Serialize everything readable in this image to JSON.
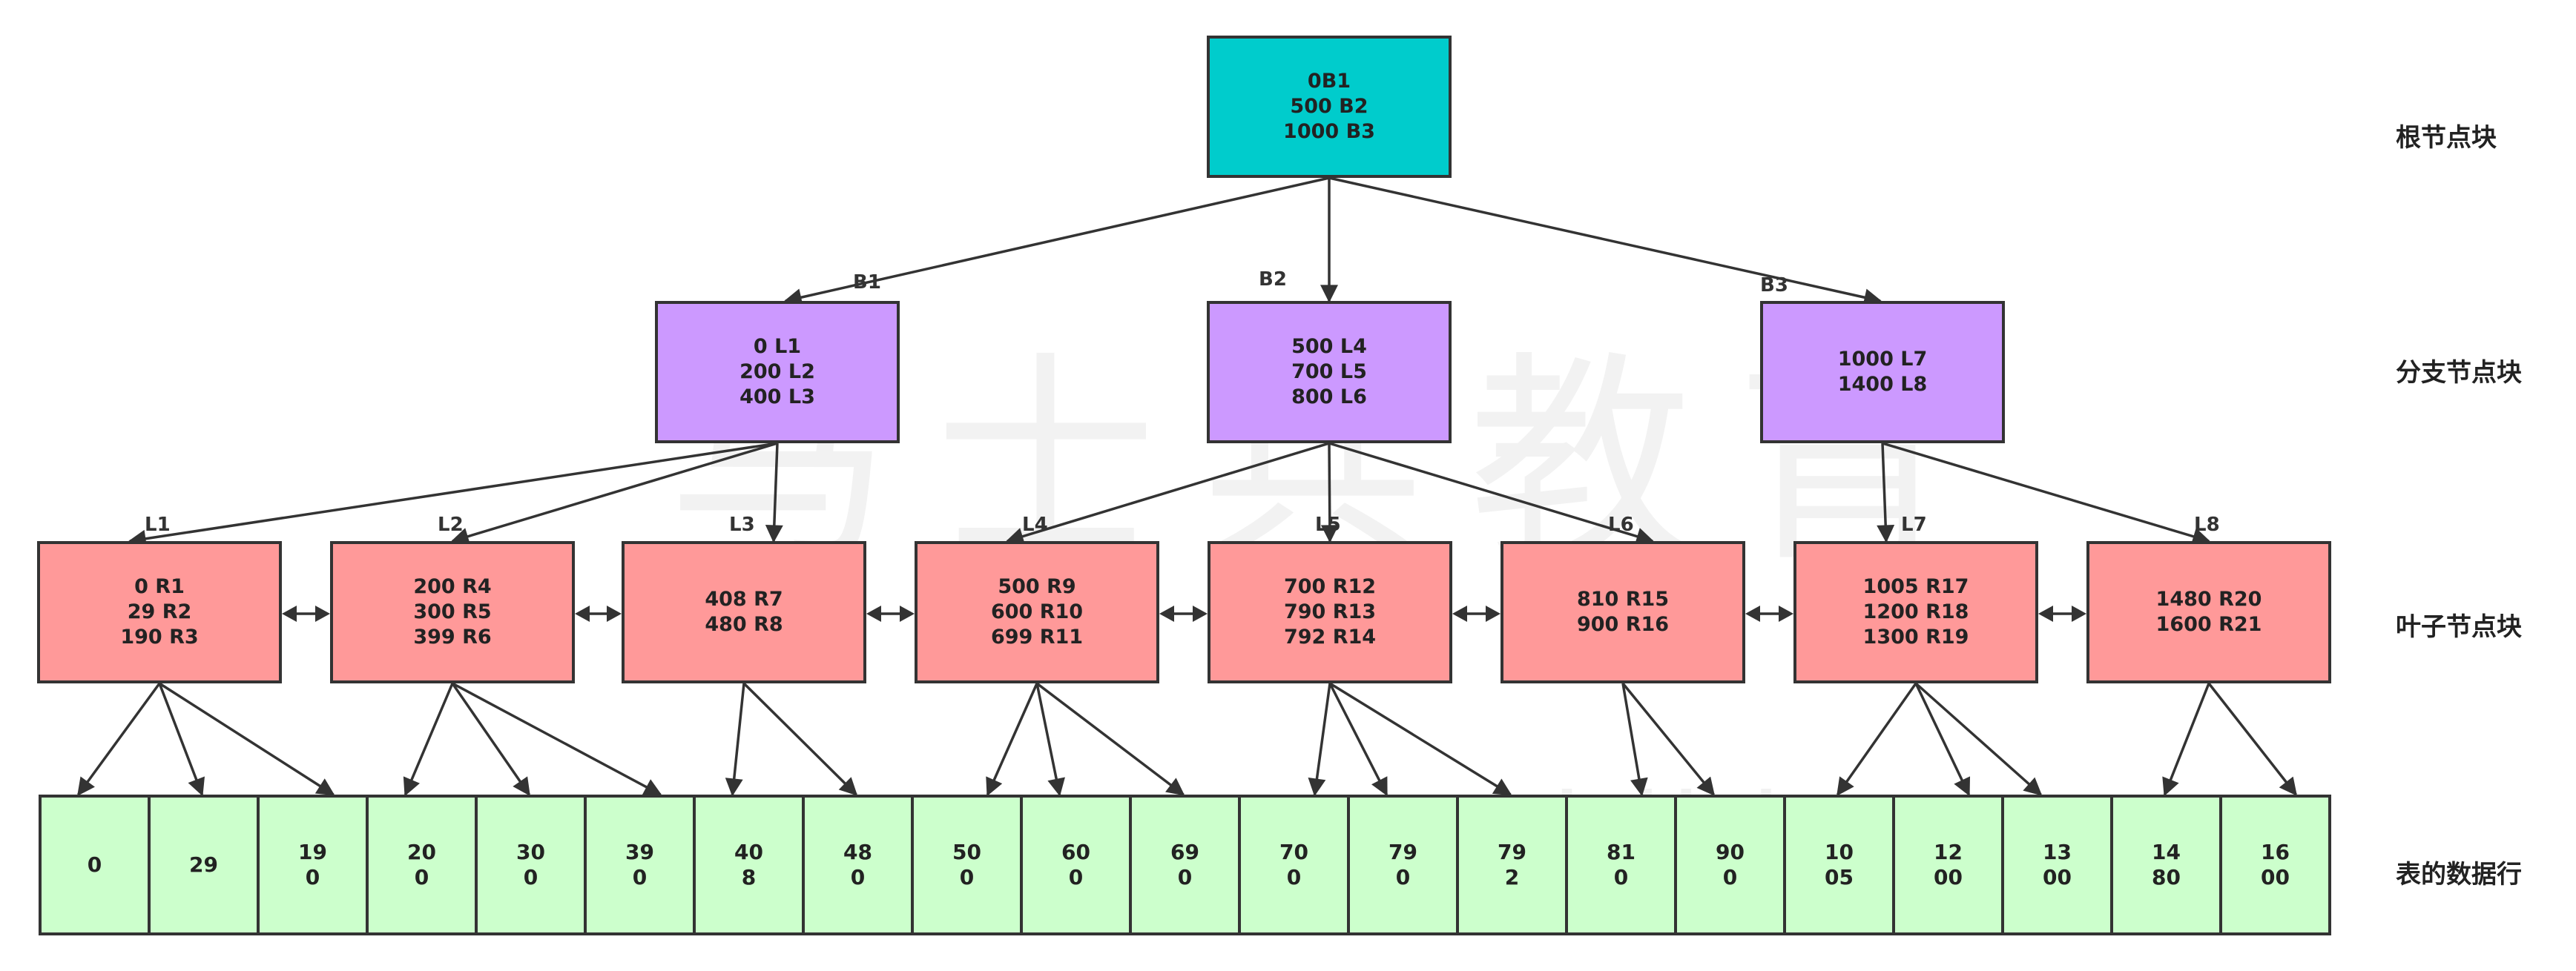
{
  "watermark": {
    "text": "马士兵教育",
    "url": "www.mashibing.com"
  },
  "level_labels": {
    "root": "根节点块",
    "branch": "分支节点块",
    "leaf": "叶子节点块",
    "rows": "表的数据行"
  },
  "root": {
    "lines": [
      "0B1",
      "500 B2",
      "1000 B3"
    ]
  },
  "branches": [
    {
      "label": "B1",
      "lines": [
        "0 L1",
        "200 L2",
        "400 L3"
      ]
    },
    {
      "label": "B2",
      "lines": [
        "500 L4",
        "700 L5",
        "800 L6"
      ]
    },
    {
      "label": "B3",
      "lines": [
        "1000 L7",
        "1400 L8"
      ]
    }
  ],
  "leaves": [
    {
      "label": "L1",
      "lines": [
        "0 R1",
        "29 R2",
        "190 R3"
      ]
    },
    {
      "label": "L2",
      "lines": [
        "200 R4",
        "300 R5",
        "399 R6"
      ]
    },
    {
      "label": "L3",
      "lines": [
        "408 R7",
        "480 R8"
      ]
    },
    {
      "label": "L4",
      "lines": [
        "500 R9",
        "600 R10",
        "699 R11"
      ]
    },
    {
      "label": "L5",
      "lines": [
        "700 R12",
        "790 R13",
        "792 R14"
      ]
    },
    {
      "label": "L6",
      "lines": [
        "810 R15",
        "900 R16"
      ]
    },
    {
      "label": "L7",
      "lines": [
        "1005 R17",
        "1200 R18",
        "1300 R19"
      ]
    },
    {
      "label": "L8",
      "lines": [
        "1480 R20",
        "1600 R21"
      ]
    }
  ],
  "rows": [
    [
      "0"
    ],
    [
      "29"
    ],
    [
      "19",
      "0"
    ],
    [
      "20",
      "0"
    ],
    [
      "30",
      "0"
    ],
    [
      "39",
      "0"
    ],
    [
      "40",
      "8"
    ],
    [
      "48",
      "0"
    ],
    [
      "50",
      "0"
    ],
    [
      "60",
      "0"
    ],
    [
      "69",
      "0"
    ],
    [
      "70",
      "0"
    ],
    [
      "79",
      "0"
    ],
    [
      "79",
      "2"
    ],
    [
      "81",
      "0"
    ],
    [
      "90",
      "0"
    ],
    [
      "10",
      "05"
    ],
    [
      "12",
      "00"
    ],
    [
      "13",
      "00"
    ],
    [
      "14",
      "80"
    ],
    [
      "16",
      "00"
    ]
  ],
  "colors": {
    "root": "#00cccc",
    "branch": "#cc99ff",
    "leaf": "#ff9999",
    "row": "#ccffcc",
    "line": "#333333"
  }
}
